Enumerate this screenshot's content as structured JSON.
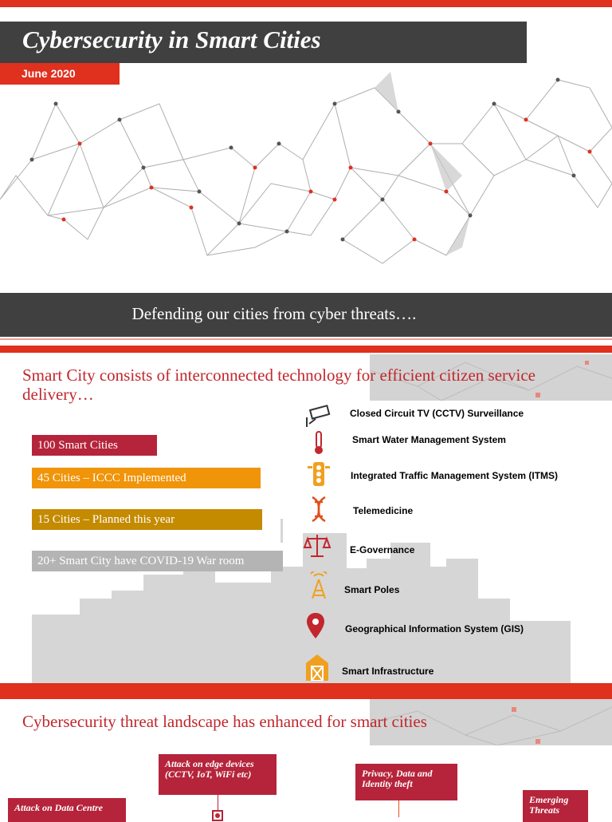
{
  "header": {
    "title": "Cybersecurity in Smart Cities",
    "date": "June 2020",
    "tagline": "Defending our cities from cyber threats…."
  },
  "section1": {
    "heading": "Smart City consists of interconnected technology for efficient citizen service delivery…",
    "stats": [
      {
        "label": "100 Smart Cities",
        "color": "#b5243a"
      },
      {
        "label": "45 Cities – ICCC Implemented",
        "color": "#f0940a"
      },
      {
        "label": "15 Cities – Planned this year",
        "color": "#c48a00"
      },
      {
        "label": "20+ Smart City have COVID-19 War room",
        "color": "#b4b4b4"
      }
    ],
    "features": [
      {
        "label": "Closed Circuit TV (CCTV) Surveillance",
        "icon": "cctv-camera-icon"
      },
      {
        "label": "Smart Water Management System",
        "icon": "thermometer-icon"
      },
      {
        "label": "Integrated Traffic Management System (ITMS)",
        "icon": "traffic-light-icon"
      },
      {
        "label": "Telemedicine",
        "icon": "dna-icon"
      },
      {
        "label": "E-Governance",
        "icon": "scales-icon"
      },
      {
        "label": "Smart Poles",
        "icon": "antenna-tower-icon"
      },
      {
        "label": "Geographical Information System (GIS)",
        "icon": "map-pin-icon"
      },
      {
        "label": "Smart Infrastructure",
        "icon": "barn-icon"
      }
    ]
  },
  "section2": {
    "heading": "Cybersecurity threat landscape has enhanced for smart cities",
    "callouts": [
      {
        "label": "Attack on edge devices (CCTV, IoT, WiFi etc)"
      },
      {
        "label": "Privacy, Data and Identity theft"
      },
      {
        "label": "Attack on Data Centre"
      },
      {
        "label": "Emerging Threats"
      }
    ]
  },
  "colors": {
    "accent_red": "#e0301e",
    "dark_grey": "#404041",
    "heading_red": "#c1272d"
  }
}
